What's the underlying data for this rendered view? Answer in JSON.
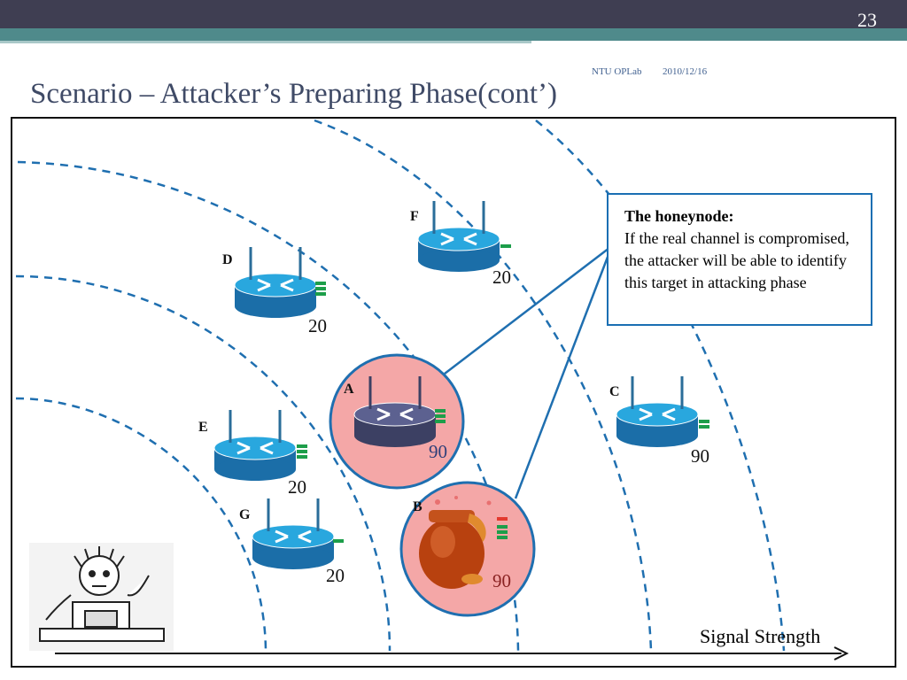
{
  "slide": {
    "number": "23",
    "org": "NTU OPLab",
    "date": "2010/12/16",
    "title": "Scenario – Attacker’s Preparing Phase(cont’)"
  },
  "nodes": [
    {
      "id": "F",
      "value": "20"
    },
    {
      "id": "D",
      "value": "20"
    },
    {
      "id": "A",
      "value": "90"
    },
    {
      "id": "C",
      "value": "90"
    },
    {
      "id": "E",
      "value": "20"
    },
    {
      "id": "G",
      "value": "20"
    },
    {
      "id": "B",
      "value": "90"
    }
  ],
  "callout": {
    "heading": "The honeynode:",
    "body": "If the real channel is compromised, the attacker will be able to identify this target in attacking phase"
  },
  "axis": {
    "label": "Signal Strength"
  },
  "colors": {
    "ring": "#1f6fb0",
    "router_top": "#29a7de",
    "router_side": "#1b6ea8",
    "router_dark": "#4b4f78",
    "highlight": "#f4a7a7",
    "bars": "#1d9e4a"
  }
}
